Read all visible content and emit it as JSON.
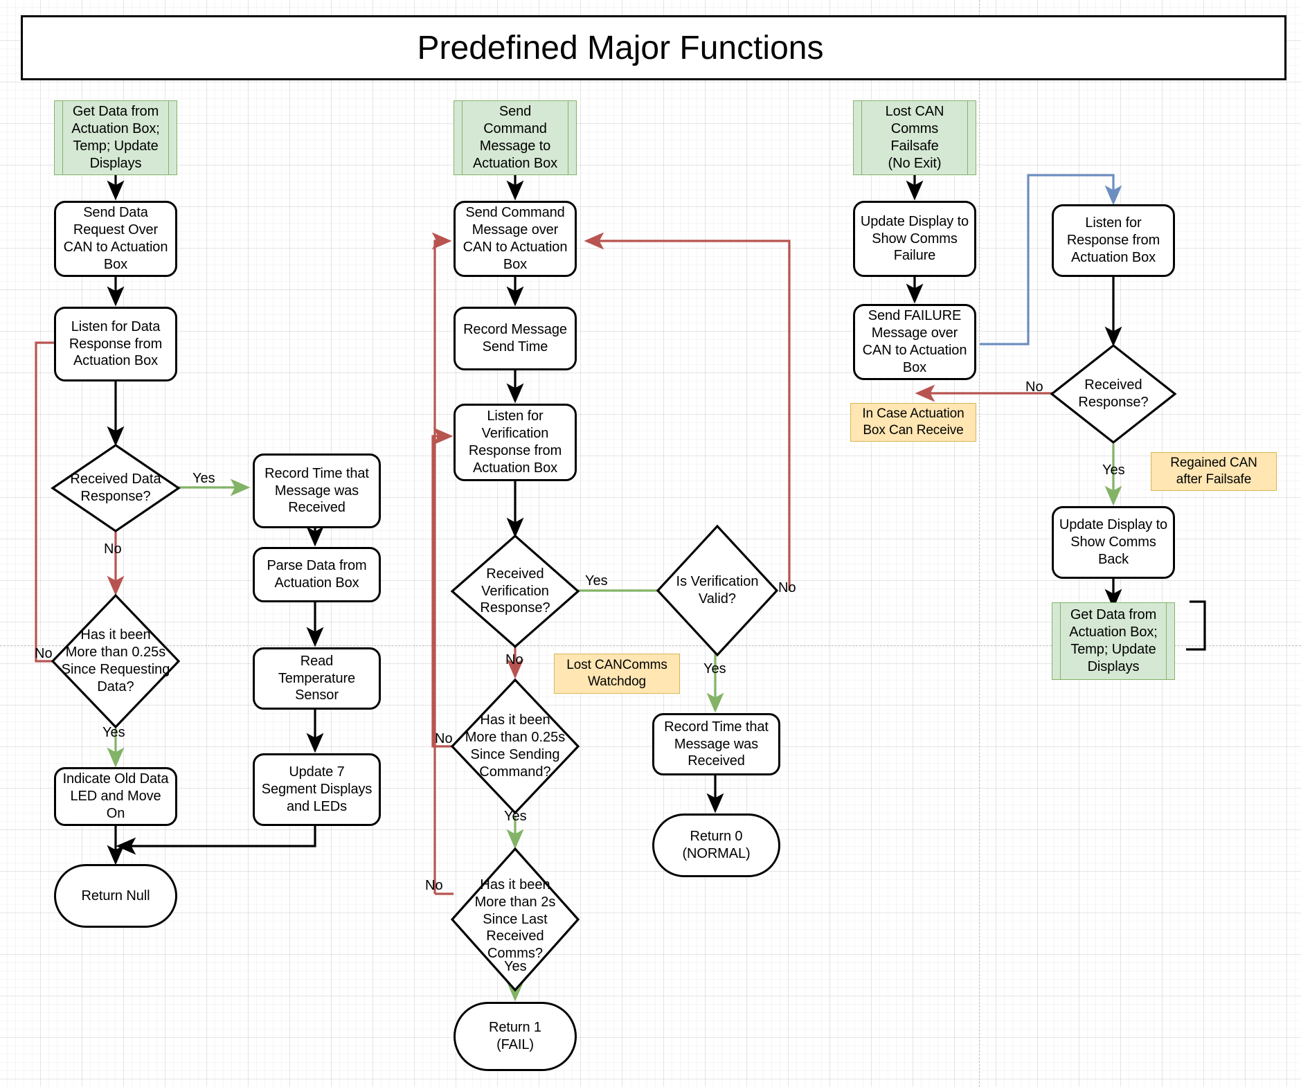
{
  "title": "Predefined Major Functions",
  "colors": {
    "flow_black": "#000000",
    "flow_red": "#b85450",
    "flow_green": "#82b366",
    "flow_blue": "#6c8ebf",
    "predef_fill": "#d5e8d4",
    "predef_stroke": "#82b366",
    "note_fill": "#ffe6b3",
    "note_stroke": "#d6b656"
  },
  "columns": {
    "left": {
      "name": "Get Data flow",
      "nodes": {
        "start": "Get Data from Actuation Box; Temp; Update Displays",
        "send_request": "Send Data Request Over CAN to Actuation Box",
        "listen": "Listen for Data Response from Actuation Box",
        "received_q": "Received Data Response?",
        "timeout_q": "Has it been More than 0.25s Since Requesting Data?",
        "indicate_old": "Indicate Old Data LED and Move On",
        "record_time": "Record Time that Message was Received",
        "parse": "Parse Data from Actuation Box",
        "read_temp": "Read Temperature Sensor",
        "update_disp": "Update 7 Segment Displays and LEDs",
        "return_null": "Return Null"
      },
      "labels": {
        "yes1": "Yes",
        "no1": "No",
        "no2": "No",
        "yes2": "Yes"
      }
    },
    "middle": {
      "name": "Send Command flow",
      "nodes": {
        "start": "Send Command Message to Actuation Box",
        "send_cmd": "Send Command Message over CAN to Actuation Box",
        "record_send": "Record Message Send Time",
        "listen_verify": "Listen for Verification Response from Actuation Box",
        "received_verify_q": "Received Verification Response?",
        "timeout_q": "Has it been More than 0.25s Since Sending Command?",
        "watchdog_q": "Has it been More than 2s Since Last Received Comms?",
        "valid_q": "Is Verification Valid?",
        "record_time": "Record Time that Message was Received",
        "return_normal": "Return 0 (NORMAL)",
        "return_fail": "Return 1 (FAIL)",
        "note_watchdog": "Lost CANComms Watchdog"
      },
      "labels": {
        "yes_recv": "Yes",
        "no_recv": "No",
        "no_valid": "No",
        "yes_valid": "Yes",
        "no_timeout": "No",
        "yes_timeout": "Yes",
        "no_watchdog": "No",
        "yes_watchdog": "Yes"
      }
    },
    "right": {
      "name": "Lost CAN Comms Failsafe flow",
      "nodes": {
        "start": "Lost CAN Comms Failsafe (No Exit)",
        "update_fail": "Update Display to Show Comms Failure",
        "send_failure": "Send FAILURE Message over CAN to Actuation Box",
        "listen_resp": "Listen for Response from Actuation Box",
        "received_q": "Received Response?",
        "update_back": "Update Display to Show Comms Back",
        "get_data": "Get Data from Actuation Box; Temp; Update Displays",
        "note_incase": "In Case Actuation Box Can Receive",
        "note_regained": "Regained CAN after Failsafe"
      },
      "labels": {
        "no": "No",
        "yes": "Yes"
      }
    }
  },
  "node_text": {
    "L_start": "Get Data from\nActuation Box;\nTemp; Update\nDisplays",
    "L_send": "Send Data\nRequest Over\nCAN to Actuation\nBox",
    "L_listen": "Listen for Data\nResponse from\nActuation Box",
    "L_recv_q": "Received Data\nResponse?",
    "L_time_q": "Has it been\nMore than 0.25s\nSince Requesting\nData?",
    "L_indicate": "Indicate Old Data\nLED and Move\nOn",
    "L_rectime": "Record Time that\nMessage was\nReceived",
    "L_parse": "Parse Data from\nActuation Box",
    "L_readtemp": "Read\nTemperature\nSensor",
    "L_update": "Update 7\nSegment Displays\nand LEDs",
    "L_retnull": "Return Null",
    "M_start": "Send\nCommand\nMessage to\nActuation Box",
    "M_send": "Send Command\nMessage over\nCAN to Actuation\nBox",
    "M_recsend": "Record Message\nSend Time",
    "M_listen": "Listen for\nVerification\nResponse from\nActuation Box",
    "M_recv_q": "Received\nVerification\nResponse?",
    "M_time_q": "Has it been\nMore than 0.25s\nSince Sending\nCommand?",
    "M_watch_q": "Has it been\nMore than 2s\nSince Last\nReceived\nComms?",
    "M_valid_q": "Is Verification\nValid?",
    "M_rectime": "Record Time that\nMessage was\nReceived",
    "M_ret0": "Return 0\n(NORMAL)",
    "M_ret1": "Return 1\n(FAIL)",
    "M_note": "Lost CANComms\nWatchdog",
    "R_start": "Lost CAN\nComms\nFailsafe\n(No Exit)",
    "R_updfail": "Update Display to\nShow Comms\nFailure",
    "R_sendfail": "Send FAILURE\nMessage over\nCAN to Actuation\nBox",
    "R_listen": "Listen for\nResponse from\nActuation Box",
    "R_recv_q": "Received\nResponse?",
    "R_updback": "Update Display to\nShow Comms\nBack",
    "R_getdata": "Get Data from\nActuation Box;\nTemp; Update\nDisplays",
    "R_note1": "In Case Actuation\nBox Can Receive",
    "R_note2": "Regained CAN\nafter Failsafe"
  },
  "edge_labels": {
    "L_yes_recv": "Yes",
    "L_no_recv": "No",
    "L_no_time": "No",
    "L_yes_time": "Yes",
    "M_yes_recv": "Yes",
    "M_no_recv": "No",
    "M_no_valid": "No",
    "M_yes_valid": "Yes",
    "M_no_time": "No",
    "M_yes_time": "Yes",
    "M_no_watch": "No",
    "M_yes_watch": "Yes",
    "R_no": "No",
    "R_yes": "Yes"
  }
}
